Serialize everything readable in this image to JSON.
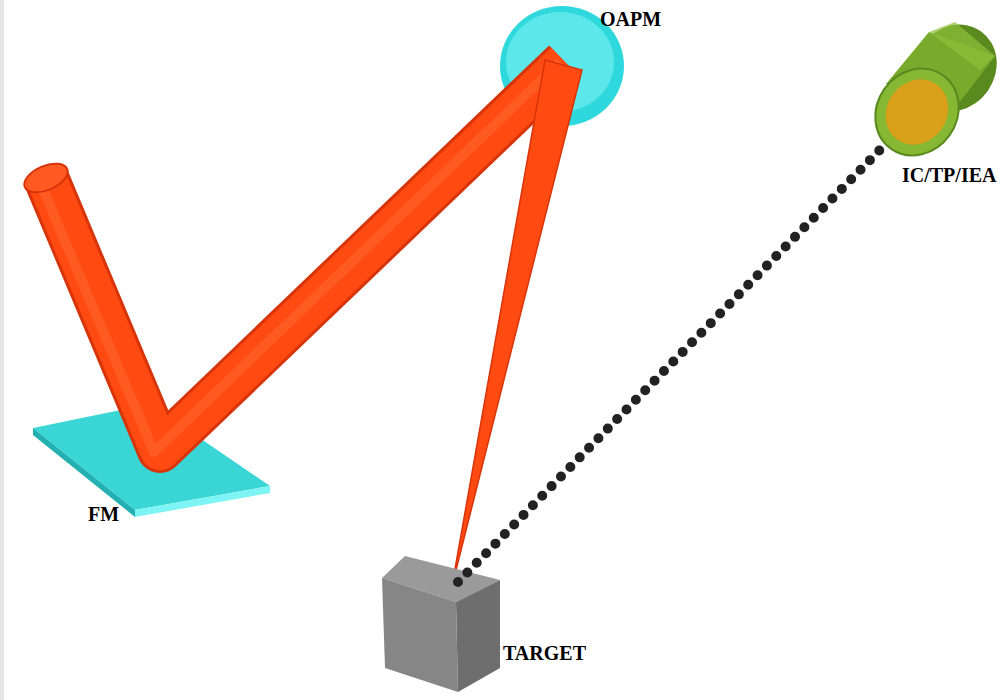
{
  "diagram": {
    "labels": [
      "OAPM",
      "IC/TP/IEA",
      "FM",
      "TARGET"
    ]
  }
}
